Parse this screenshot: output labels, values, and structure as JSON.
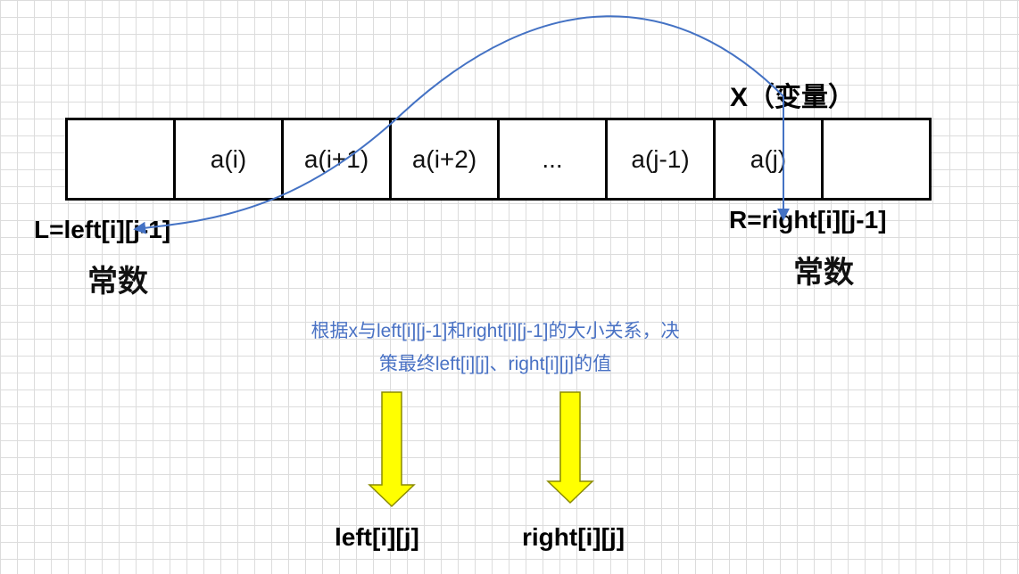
{
  "cells": [
    "",
    "a(i)",
    "a(i+1)",
    "a(i+2)",
    "...",
    "a(j-1)",
    "a(j)",
    ""
  ],
  "labels": {
    "variable": "X（变量）",
    "left_label": "L=left[i][j-1]",
    "left_const": "常数",
    "right_label": "R=right[i][j-1]",
    "right_const": "常数",
    "note_line1": "根据x与left[i][j-1]和right[i][j-1]的大小关系，决",
    "note_line2": "策最终left[i][j]、right[i][j]的值",
    "out_left": "left[i][j]",
    "out_right": "right[i][j]"
  },
  "colors": {
    "arrow_line": "#4472c4",
    "note_text": "#4a72c4",
    "down_arrow_fill": "#ffff00",
    "down_arrow_stroke": "#8a8a00"
  }
}
